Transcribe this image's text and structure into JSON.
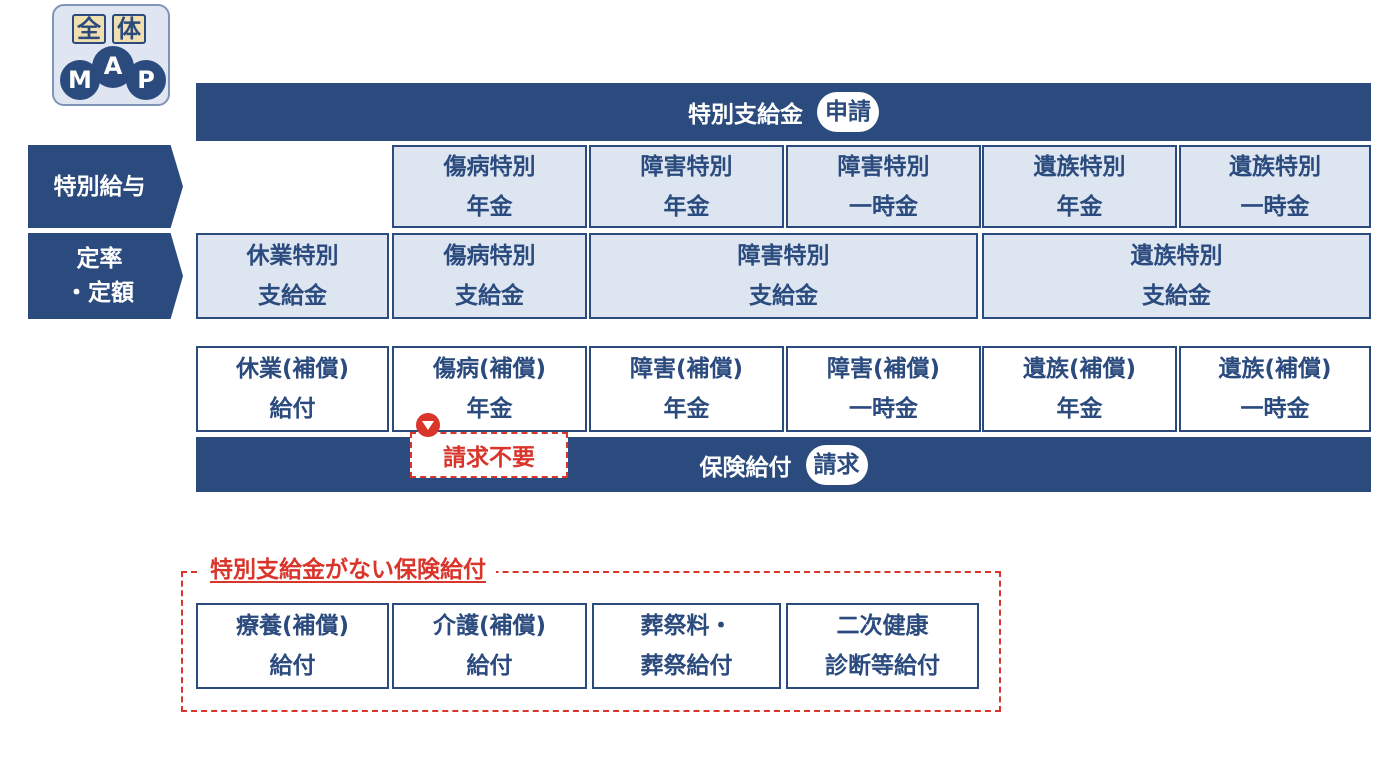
{
  "logo": {
    "kanji1": "全",
    "kanji2": "体",
    "m": "M",
    "a": "A",
    "p": "P"
  },
  "top_banner": {
    "label": "特別支給金",
    "pill": "申請"
  },
  "row_labels": {
    "special_salary": "特別給与",
    "fixed_rate": "定率\n・定額"
  },
  "special_salary_row": [
    "傷病特別\n年金",
    "障害特別\n年金",
    "障害特別\n一時金",
    "遺族特別\n年金",
    "遺族特別\n一時金"
  ],
  "fixed_rate_row": [
    "休業特別\n支給金",
    "傷病特別\n支給金",
    "障害特別\n支給金",
    "遺族特別\n支給金"
  ],
  "insurance_row": [
    "休業(補償)\n給付",
    "傷病(補償)\n年金",
    "障害(補償)\n年金",
    "障害(補償)\n一時金",
    "遺族(補償)\n年金",
    "遺族(補償)\n一時金"
  ],
  "no_request_tag": "請求不要",
  "bottom_banner": {
    "label": "保険給付",
    "pill": "請求"
  },
  "no_special_section": {
    "title": "特別支給金がない保険給付",
    "items": [
      "療養(補償)\n給付",
      "介護(補償)\n給付",
      "葬祭料・\n葬祭給付",
      "二次健康\n診断等給付"
    ]
  },
  "colors": {
    "navy": "#2b4b7e",
    "light_blue": "#dde5f1",
    "red": "#d9352b"
  }
}
